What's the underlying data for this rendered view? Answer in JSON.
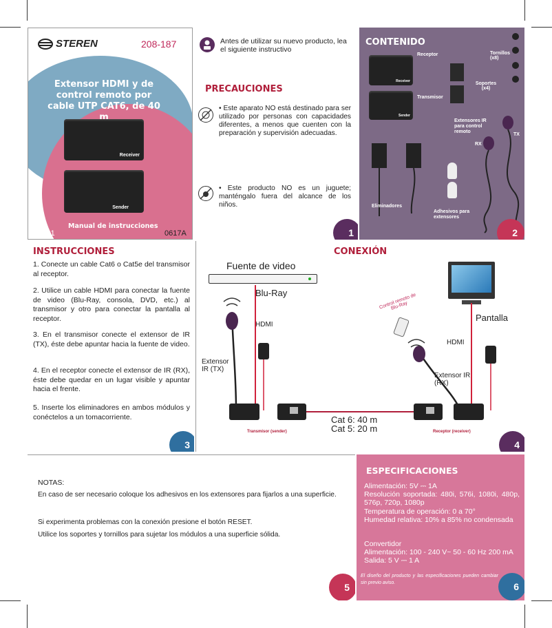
{
  "colors": {
    "purple": "#5a2d5f",
    "pink": "#d96c90",
    "blue": "#2f6f9f",
    "mauve": "#7d6a86",
    "spec_bg": "#d7779a",
    "heading_red": "#b01e3a"
  },
  "p1": {
    "brand": "STEREN",
    "model": "208-187",
    "title": "Extensor HDMI y de control remoto por cable UTP CAT6, de 40 m",
    "device_top": "Receiver",
    "device_bottom": "Sender",
    "manual": "Manual de instrucciones",
    "version": "V1.1",
    "code": "0617A"
  },
  "p2": {
    "intro": "Antes de utilizar su nuevo producto, lea  el siguiente instructivo",
    "heading": "PRECAUCIONES",
    "warn1": "• Este aparato NO está destinado para ser utilizado por personas con capacidades diferentes, a menos que cuenten con la preparación y supervisión adecuadas.",
    "warn2": "• Este producto NO es un juguete; manténgalo fuera del alcance de los niños.",
    "page": "1"
  },
  "p3": {
    "heading": "CONTENIDO",
    "receptor": "Receptor",
    "transmisor": "Transmisor",
    "tornillos": "Tornillos (x8)",
    "soportes": "Soportes (x4)",
    "extensores": "Extensores IR para control remoto",
    "rx": "RX",
    "tx": "TX",
    "eliminadores": "Eliminadores",
    "adhesivos": "Adhesivos para extensores",
    "dev_receiver": "Receiver",
    "dev_sender": "Sender",
    "page": "2"
  },
  "p4": {
    "heading": "INSTRUCCIONES",
    "steps": [
      "1. Conecte un cable Cat6 o Cat5e del transmisor al receptor.",
      "2. Utilice un cable HDMI para conectar la fuente de video (Blu-Ray, consola, DVD, etc.) al transmisor y otro para conectar la pantalla al receptor.",
      "3. En el transmisor conecte el extensor de IR (TX), éste debe apuntar hacia la fuente de video.",
      "4. En el receptor conecte el extensor de IR (RX), éste debe quedar en un lugar visible y apuntar hacia el frente.",
      "5. Inserte los eliminadores en ambos módulos y conéctelos a un tomacorriente."
    ],
    "page": "3"
  },
  "p5": {
    "heading": "CONEXIÓN",
    "fuente": "Fuente de video",
    "bluray": "Blu-Ray",
    "hdmi_left": "HDMI",
    "ext_tx": "Extensor IR (TX)",
    "control": "Control remoto de Blu-Ray",
    "pantalla": "Pantalla",
    "hdmi_right": "HDMI",
    "ext_rx": "Extensor IR (RX)",
    "cat6": "Cat 6: 40 m",
    "cat5": "Cat 5: 20 m",
    "transmisor": "Transmisor (sender)",
    "receptor": "Receptor (receiver)",
    "page": "4"
  },
  "p6": {
    "title": "NOTAS:",
    "note1": "En caso de ser necesario coloque los adhesivos en los extensores para fijarlos a una superficie.",
    "note2": "Si experimenta problemas con la conexión presione el botón RESET.",
    "note3": "Utilice los soportes y tornillos para sujetar los módulos a una superficie sólida.",
    "page": "5"
  },
  "p7": {
    "heading": "ESPECIFICACIONES",
    "l1": "Alimentación: 5V ⎓ 1A",
    "l2": "Resolución soportada: 480i, 576i, 1080i, 480p, 576p, 720p, 1080p",
    "l3": "Temperatura de operación: 0 a 70°",
    "l4": "Humedad relativa: 10% a 85% no condensada",
    "l5": "Convertidor",
    "l6": "Alimentación: 100 - 240 V~ 50 - 60 Hz 200 mA",
    "l7": "Salida: 5 V ⎓ 1 A",
    "disclaimer": "El diseño del producto y las especificaciones pueden cambiar sin previo aviso.",
    "page": "6"
  }
}
